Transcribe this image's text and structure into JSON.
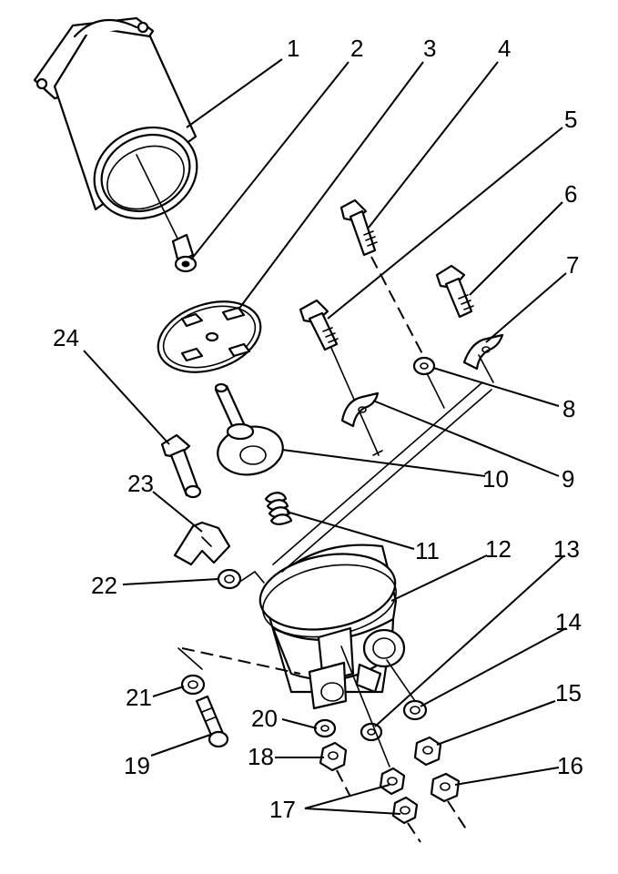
{
  "figure": {
    "callouts": [
      {
        "id": "c1",
        "text": "1"
      },
      {
        "id": "c2",
        "text": "2"
      },
      {
        "id": "c3",
        "text": "3"
      },
      {
        "id": "c4",
        "text": "4"
      },
      {
        "id": "c5",
        "text": "5"
      },
      {
        "id": "c6",
        "text": "6"
      },
      {
        "id": "c7",
        "text": "7"
      },
      {
        "id": "c8",
        "text": "8"
      },
      {
        "id": "c9",
        "text": "9"
      },
      {
        "id": "c10",
        "text": "10"
      },
      {
        "id": "c11",
        "text": "11"
      },
      {
        "id": "c12",
        "text": "12"
      },
      {
        "id": "c13",
        "text": "13"
      },
      {
        "id": "c14",
        "text": "14"
      },
      {
        "id": "c15",
        "text": "15"
      },
      {
        "id": "c16",
        "text": "16"
      },
      {
        "id": "c17",
        "text": "17"
      },
      {
        "id": "c18",
        "text": "18"
      },
      {
        "id": "c19",
        "text": "19"
      },
      {
        "id": "c20",
        "text": "20"
      },
      {
        "id": "c21",
        "text": "21"
      },
      {
        "id": "c22",
        "text": "22"
      },
      {
        "id": "c23",
        "text": "23"
      },
      {
        "id": "c24",
        "text": "24"
      }
    ]
  }
}
